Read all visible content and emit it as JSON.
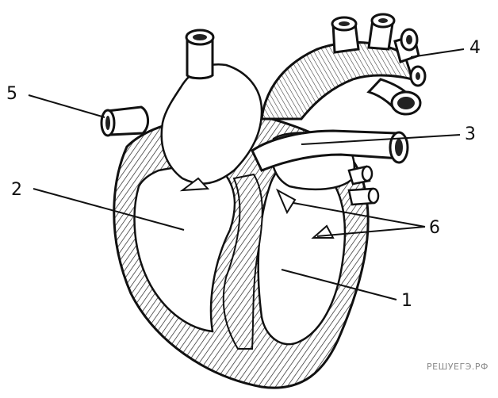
{
  "labels": {
    "l1": "1",
    "l2": "2",
    "l3": "3",
    "l4": "4",
    "l5": "5",
    "l6": "6"
  },
  "watermark": "РЕШУЕГЭ.РФ",
  "colors": {
    "ink": "#111111",
    "fill": "#ffffff"
  }
}
